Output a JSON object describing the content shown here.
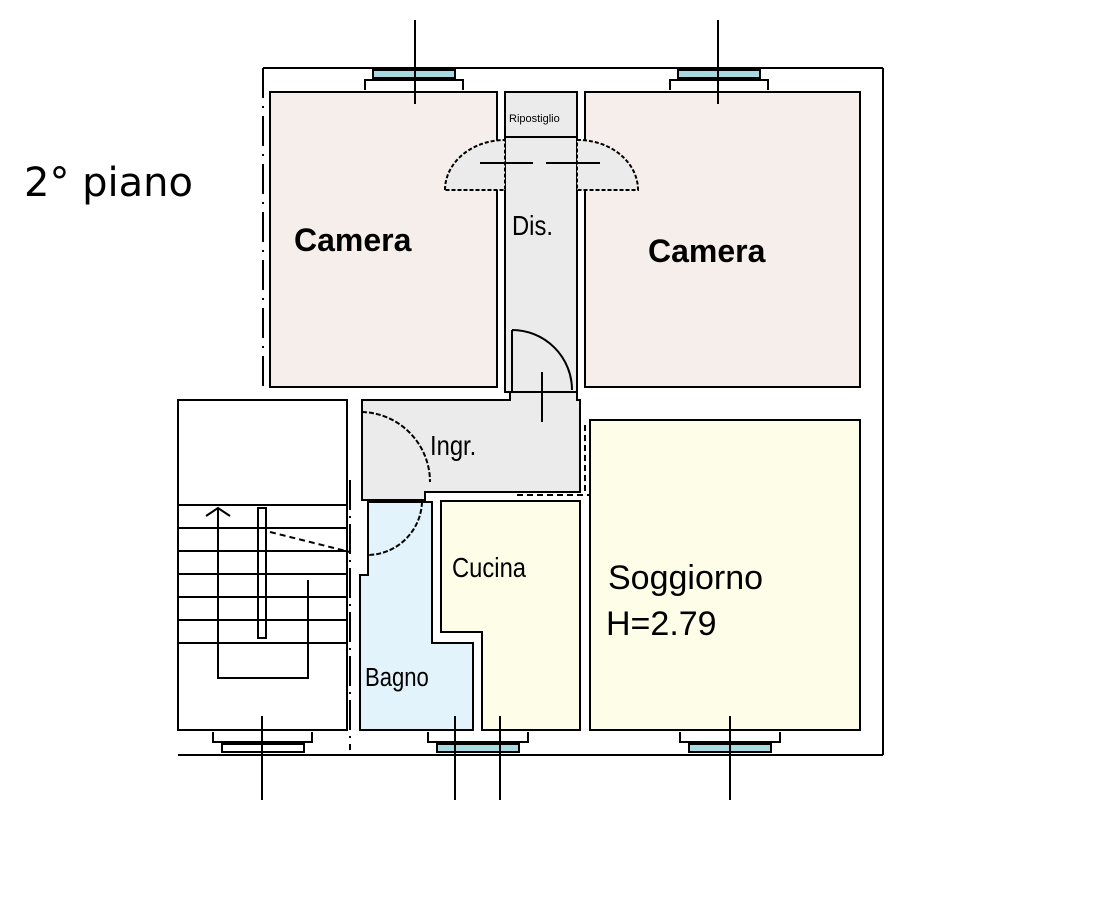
{
  "floor_label": "2° piano",
  "rooms": {
    "camera_1": "Camera",
    "camera_2": "Camera",
    "ripostiglio": "Ripostiglio",
    "disimpegno": "Dis.",
    "ingresso": "Ingr.",
    "cucina": "Cucina",
    "bagno": "Bagno",
    "soggiorno": "Soggiorno",
    "height": "H=2.79"
  },
  "colors": {
    "camera": "#f6eeea",
    "corridor": "#ebebeb",
    "bagno": "#e3f3fb",
    "living": "#fdfde8",
    "window": "#a8d8e0"
  }
}
